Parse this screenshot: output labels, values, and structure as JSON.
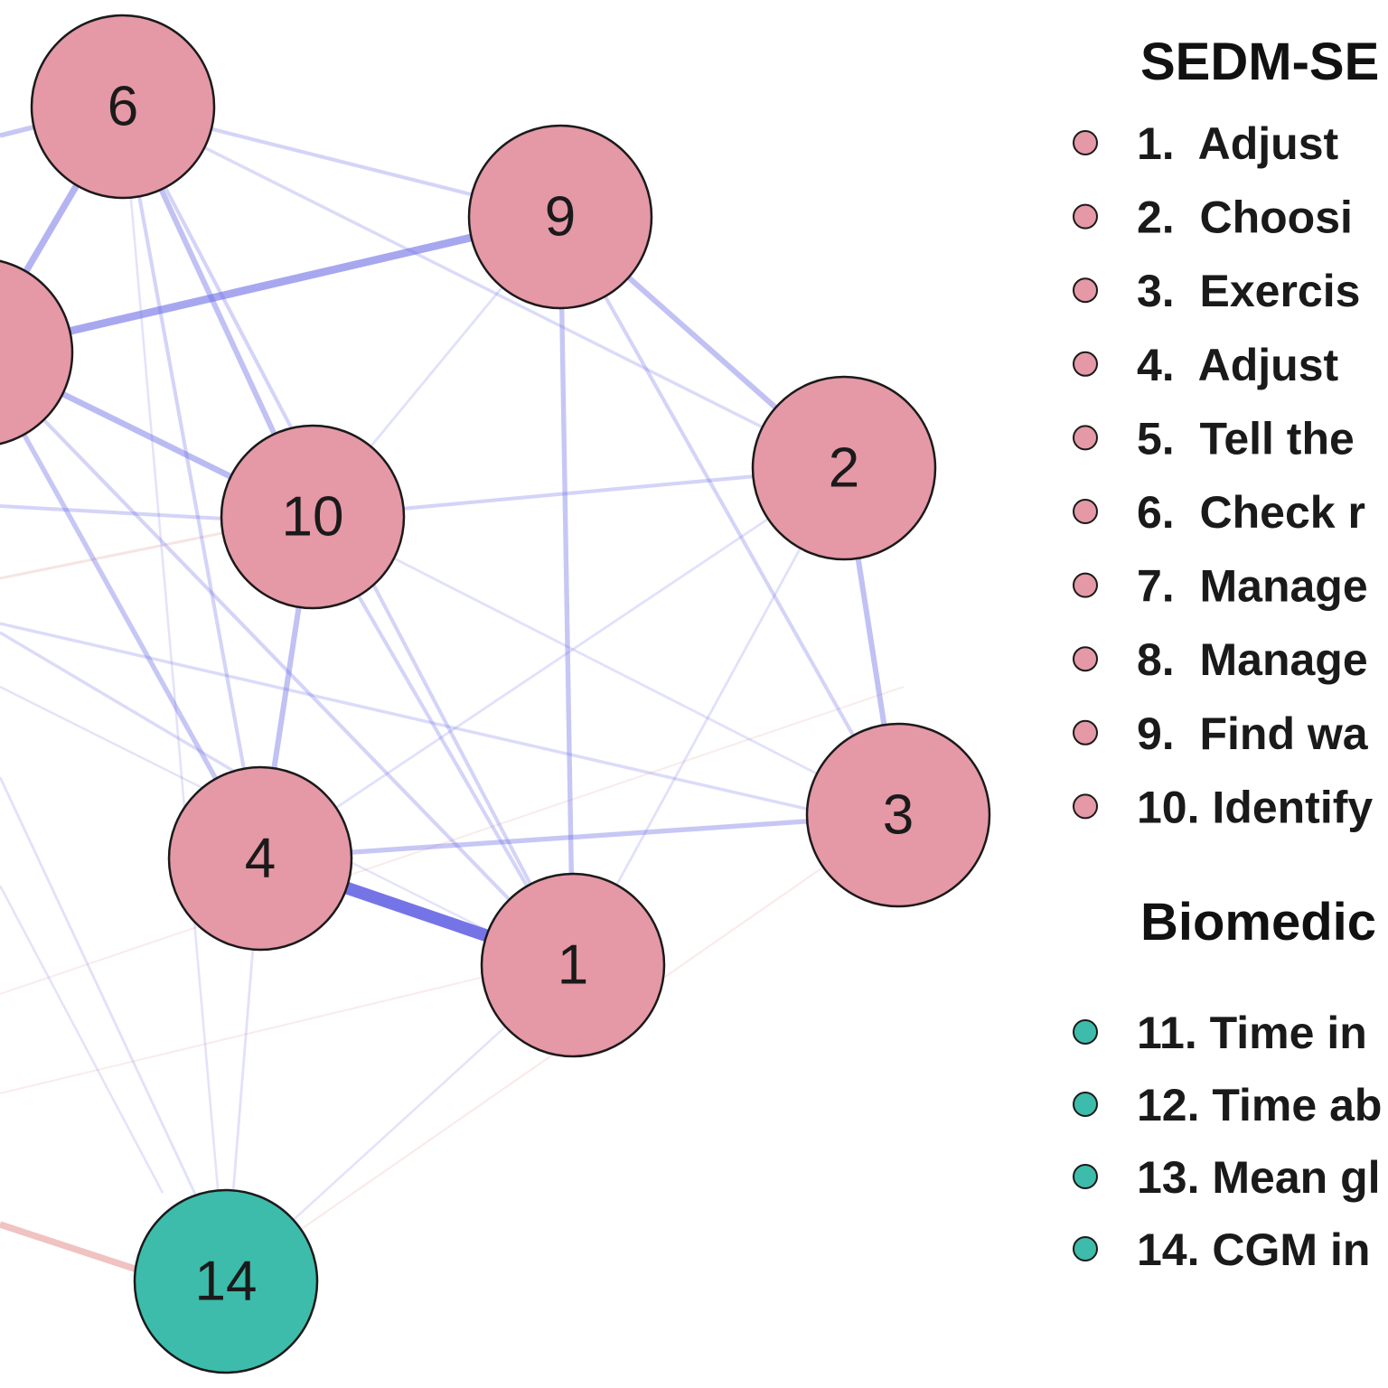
{
  "colors": {
    "sedm_node": "#E598A6",
    "biomedical_node": "#3DBCAB",
    "positive_edge": "#6E6EE6",
    "negative_edge": "#E28A8A",
    "node_stroke": "#1a1a1a"
  },
  "legend": {
    "sedm_title": "SEDM-SE",
    "sedm_items": [
      "1.  Adjust",
      "2.  Choosi",
      "3.  Exercis",
      "4.  Adjust",
      "5.  Tell the",
      "6.  Check r",
      "7.  Manage",
      "8.  Manage",
      "9.  Find wa",
      "10. Identify"
    ],
    "biomedical_title": "Biomedic",
    "biomedical_items": [
      "11. Time in",
      "12. Time ab",
      "13. Mean gl",
      "14. CGM in"
    ]
  },
  "network": {
    "nodes": [
      {
        "id": "6",
        "label": "6",
        "group": "sedm"
      },
      {
        "id": "9",
        "label": "9",
        "group": "sedm"
      },
      {
        "id": "8",
        "label": "",
        "group": "sedm"
      },
      {
        "id": "10",
        "label": "10",
        "group": "sedm"
      },
      {
        "id": "2",
        "label": "2",
        "group": "sedm"
      },
      {
        "id": "3",
        "label": "3",
        "group": "sedm"
      },
      {
        "id": "4",
        "label": "4",
        "group": "sedm"
      },
      {
        "id": "1",
        "label": "1",
        "group": "sedm"
      },
      {
        "id": "14",
        "label": "14",
        "group": "biomedical"
      }
    ],
    "edges": [
      {
        "from": "4",
        "to": "1",
        "weight": 0.95,
        "sign": "positive"
      },
      {
        "from": "8",
        "to": "9",
        "weight": 0.55,
        "sign": "positive"
      },
      {
        "from": "8",
        "to": "6",
        "weight": 0.45,
        "sign": "positive"
      },
      {
        "from": "8",
        "to": "10",
        "weight": 0.4,
        "sign": "positive"
      },
      {
        "from": "6",
        "to": "10",
        "weight": 0.35,
        "sign": "positive"
      },
      {
        "from": "6",
        "to": "9",
        "weight": 0.2,
        "sign": "positive"
      },
      {
        "from": "9",
        "to": "2",
        "weight": 0.35,
        "sign": "positive"
      },
      {
        "from": "9",
        "to": "1",
        "weight": 0.3,
        "sign": "positive"
      },
      {
        "from": "9",
        "to": "3",
        "weight": 0.2,
        "sign": "positive"
      },
      {
        "from": "10",
        "to": "4",
        "weight": 0.35,
        "sign": "positive"
      },
      {
        "from": "10",
        "to": "2",
        "weight": 0.2,
        "sign": "positive"
      },
      {
        "from": "10",
        "to": "1",
        "weight": 0.2,
        "sign": "positive"
      },
      {
        "from": "2",
        "to": "3",
        "weight": 0.35,
        "sign": "positive"
      },
      {
        "from": "4",
        "to": "3",
        "weight": 0.3,
        "sign": "positive"
      },
      {
        "from": "8",
        "to": "4",
        "weight": 0.3,
        "sign": "positive"
      },
      {
        "from": "8",
        "to": "1",
        "weight": 0.2,
        "sign": "positive"
      },
      {
        "from": "6",
        "to": "4",
        "weight": 0.2,
        "sign": "positive"
      },
      {
        "from": "6",
        "to": "1",
        "weight": 0.2,
        "sign": "positive"
      },
      {
        "from": "6",
        "to": "2",
        "weight": 0.15,
        "sign": "positive"
      },
      {
        "from": "9",
        "to": "10",
        "weight": 0.1,
        "sign": "positive"
      },
      {
        "from": "2",
        "to": "4",
        "weight": 0.1,
        "sign": "positive"
      },
      {
        "from": "2",
        "to": "1",
        "weight": 0.1,
        "sign": "positive"
      },
      {
        "from": "10",
        "to": "3",
        "weight": 0.1,
        "sign": "positive"
      },
      {
        "from": "4",
        "to": "14",
        "weight": 0.1,
        "sign": "positive"
      },
      {
        "from": "1",
        "to": "14",
        "weight": 0.08,
        "sign": "positive"
      },
      {
        "from": "3",
        "to": "14",
        "weight": 0.06,
        "sign": "negative"
      },
      {
        "from": "6",
        "to": "14",
        "weight": 0.08,
        "sign": "positive"
      }
    ]
  }
}
